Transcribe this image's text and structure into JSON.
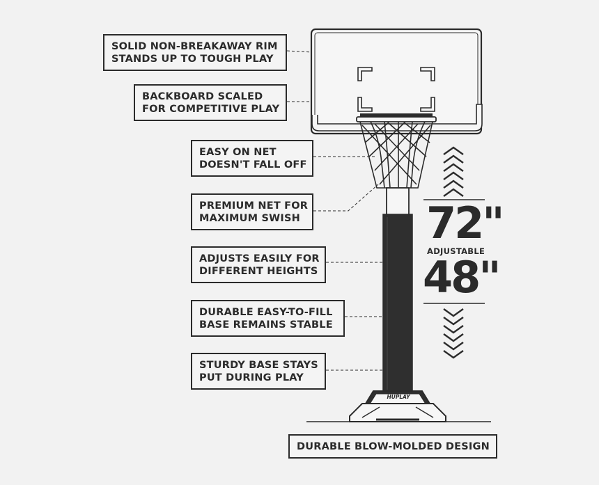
{
  "callouts": [
    {
      "id": "rim",
      "lines": [
        "SOLID NON-BREAKAWAY RIM",
        "STANDS UP TO TOUGH PLAY"
      ]
    },
    {
      "id": "backboard",
      "lines": [
        "BACKBOARD SCALED",
        "FOR COMPETITIVE PLAY"
      ]
    },
    {
      "id": "net-easy",
      "lines": [
        "EASY ON NET",
        "DOESN'T FALL OFF"
      ]
    },
    {
      "id": "net-premium",
      "lines": [
        "PREMIUM NET FOR",
        "MAXIMUM SWISH"
      ]
    },
    {
      "id": "adjust",
      "lines": [
        "ADJUSTS EASILY FOR",
        "DIFFERENT HEIGHTS"
      ]
    },
    {
      "id": "base-fill",
      "lines": [
        "DURABLE EASY-TO-FILL",
        "BASE REMAINS STABLE"
      ]
    },
    {
      "id": "base-sturdy",
      "lines": [
        "STURDY BASE STAYS",
        "PUT DURING PLAY"
      ]
    }
  ],
  "bottom_label": "DURABLE BLOW-MOLDED DESIGN",
  "height_range": {
    "max": "72\"",
    "min": "48\"",
    "label": "ADJUSTABLE"
  },
  "brand_mark": "HUPLAY",
  "colors": {
    "ink": "#2b2b2b",
    "background": "#f2f2f2",
    "pole": "#2f2f2f"
  }
}
